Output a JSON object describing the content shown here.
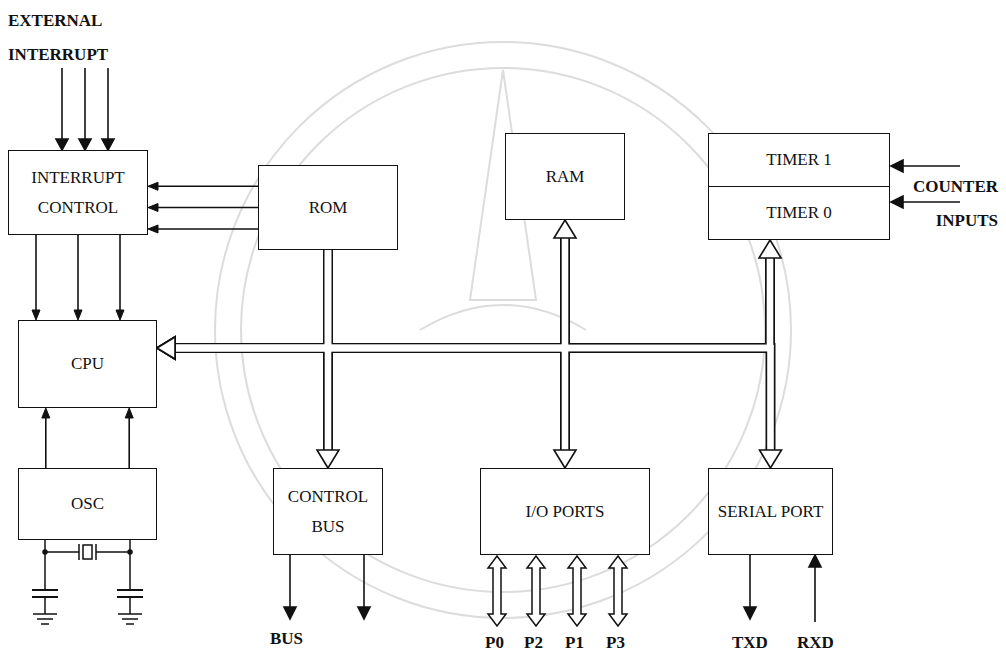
{
  "diagram": {
    "nodes": [
      {
        "text": [
          "INTERRUPT CONTROL"
        ]
      },
      {
        "text": [
          "ROM"
        ]
      },
      {
        "text": [
          "RAM"
        ]
      },
      {
        "text": [
          "TIMER 1"
        ]
      },
      {
        "text": [
          "TIMER 0"
        ]
      },
      {
        "text": [
          "CPU"
        ]
      },
      {
        "text": [
          "OSC"
        ]
      },
      {
        "text": [
          "CONTROL BUS"
        ]
      },
      {
        "text": [
          "I/O PORTS"
        ]
      },
      {
        "text": [
          "SERIAL PORT"
        ]
      }
    ],
    "edges": [
      {
        "from": 1,
        "to": 0,
        "arrow": "to"
      },
      {
        "from": 1,
        "to": 0,
        "arrow": "to"
      },
      {
        "from": 1,
        "to": 0,
        "arrow": "to"
      },
      {
        "from": 0,
        "to": 5,
        "arrow": "to"
      },
      {
        "from": 0,
        "to": 5,
        "arrow": "to"
      },
      {
        "from": 0,
        "to": 5,
        "arrow": "to"
      },
      {
        "from": 6,
        "to": 5,
        "arrow": "to"
      },
      {
        "from": 6,
        "to": 5,
        "arrow": "to"
      },
      {
        "from": 1,
        "to": 5,
        "arrow": "to"
      },
      {
        "from": 1,
        "to": 7,
        "arrow": "to"
      },
      {
        "from": 2,
        "to": 5,
        "arrow": "both"
      },
      {
        "from": 4,
        "to": 5,
        "arrow": "both"
      },
      {
        "from": 8,
        "to": 5,
        "arrow": "both"
      },
      {
        "from": 9,
        "to": 5,
        "arrow": "both"
      }
    ],
    "labels": [
      "EXTERNAL INTERRUPT",
      "COUNTER INPUTS",
      "BUS",
      "P0",
      "P2",
      "P1",
      "P3",
      "TXD",
      "RXD"
    ]
  }
}
